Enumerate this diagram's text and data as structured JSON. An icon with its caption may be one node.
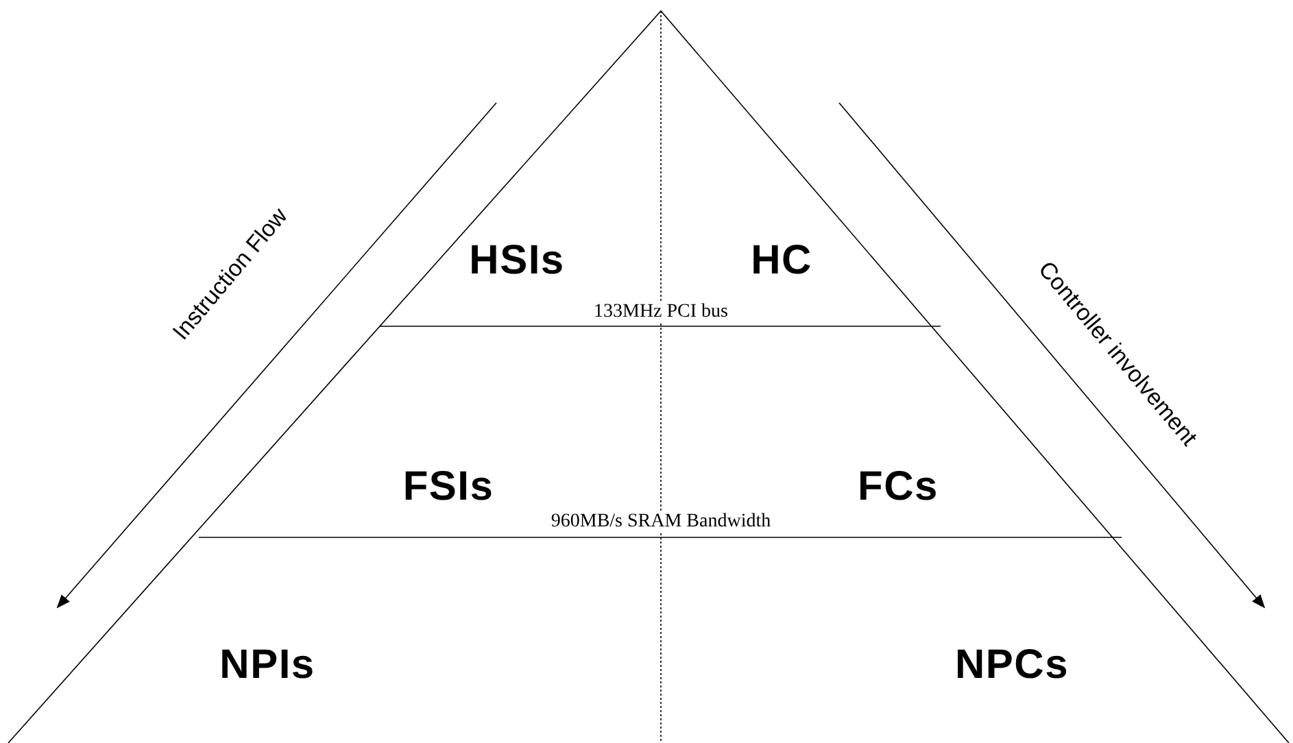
{
  "diagram": {
    "labels": [
      "HSIs",
      "HC",
      "Instruction Flow",
      "Controller involvement",
      "133MHz PCI bus",
      "FSIs",
      "FCs",
      "960MB/s SRAM Bandwidth",
      "NPIs",
      "NPCs"
    ]
  }
}
